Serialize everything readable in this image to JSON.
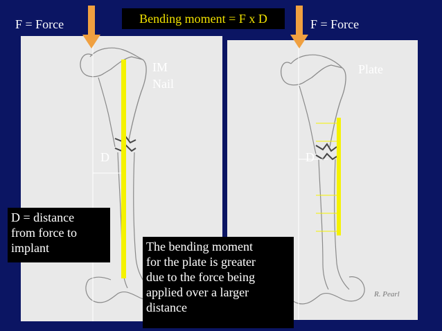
{
  "title": "Bending moment = F x D",
  "left_panel": {
    "force_label": "F = Force",
    "implant_label_line1": "IM",
    "implant_label_line2": "Nail",
    "distance_label": "D"
  },
  "right_panel": {
    "force_label": "F = Force",
    "implant_label": "Plate",
    "distance_label": "D",
    "signature": "R. Pearl"
  },
  "definition_box": {
    "lines": [
      "D = distance",
      "from force to",
      "implant"
    ]
  },
  "explanation_box": {
    "lines": [
      "The bending moment",
      "for the plate is greater",
      "due to the force being",
      "applied over a larger",
      "distance"
    ]
  },
  "colors": {
    "background": "#0b1563",
    "arrow": "#f0a040",
    "implant": "#f5f200",
    "title_text": "#f2e300",
    "text": "#ffffff"
  }
}
